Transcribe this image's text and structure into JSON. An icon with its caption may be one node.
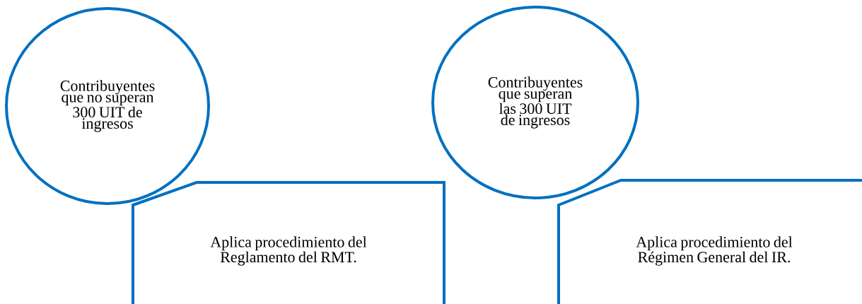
{
  "diagram": {
    "nodes": [
      {
        "text": [
          "Contribuyentes que no superan 300 UIT de ingresos"
        ]
      },
      {
        "text": [
          "Aplica procedimiento del Reglamento del RMT."
        ]
      },
      {
        "text": [
          "Contribuyentes que superan las 300 UIT de ingresos"
        ]
      },
      {
        "text": [
          "Aplica procedimiento del Régimen General del IR."
        ]
      }
    ]
  }
}
